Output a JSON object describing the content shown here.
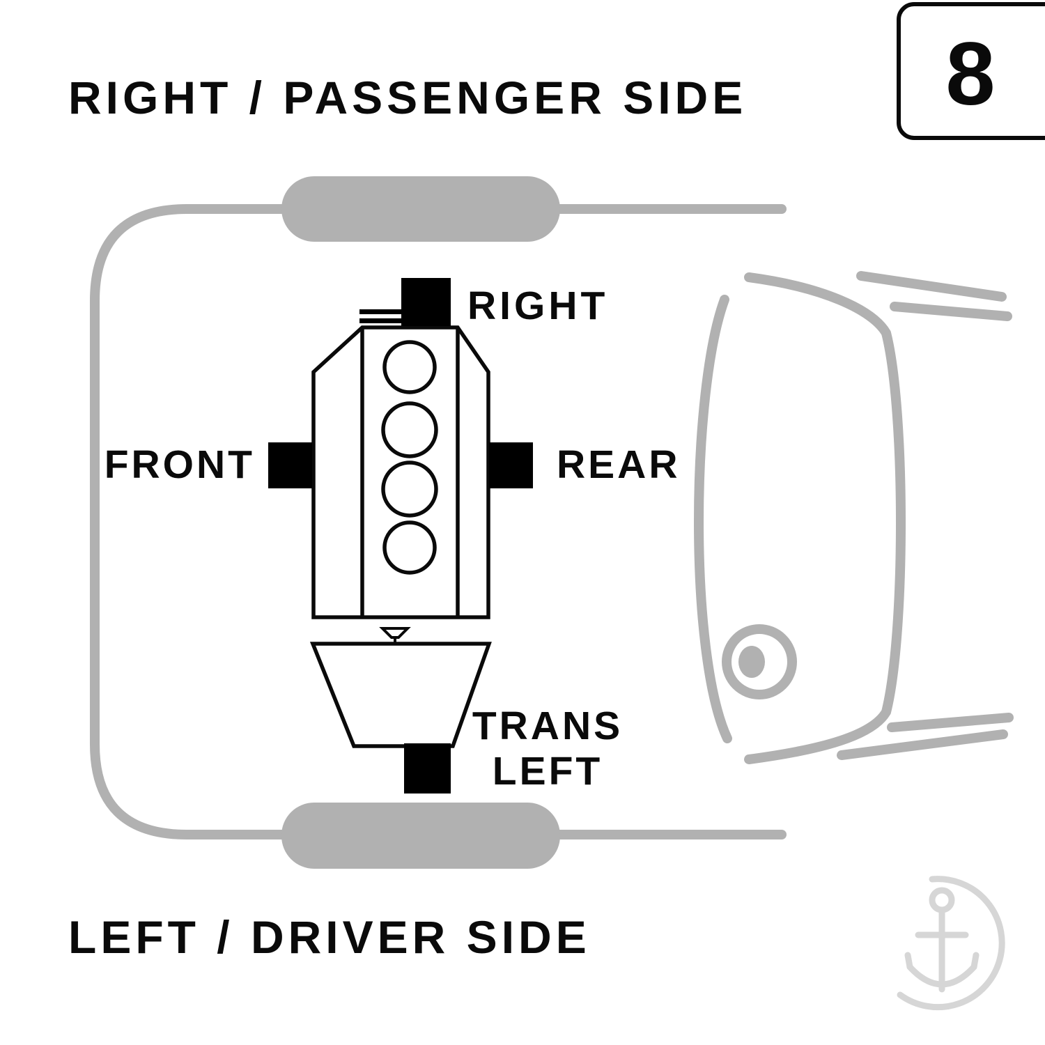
{
  "labels": {
    "top_side": "RIGHT / PASSENGER SIDE",
    "bottom_side": "LEFT / DRIVER SIDE"
  },
  "page_box": {
    "number": "8"
  },
  "mounts": {
    "right": {
      "label": "RIGHT"
    },
    "front": {
      "label": "FRONT"
    },
    "rear": {
      "label": "REAR"
    },
    "trans_left": {
      "label_line1": "TRANS",
      "label_line2": "LEFT"
    }
  },
  "colors": {
    "car_outline_gray": "#b1b1b1",
    "line_black": "#0a0a0a",
    "mount_black": "#000000",
    "watermark_gray": "#d6d6d6",
    "background_white": "#ffffff"
  }
}
